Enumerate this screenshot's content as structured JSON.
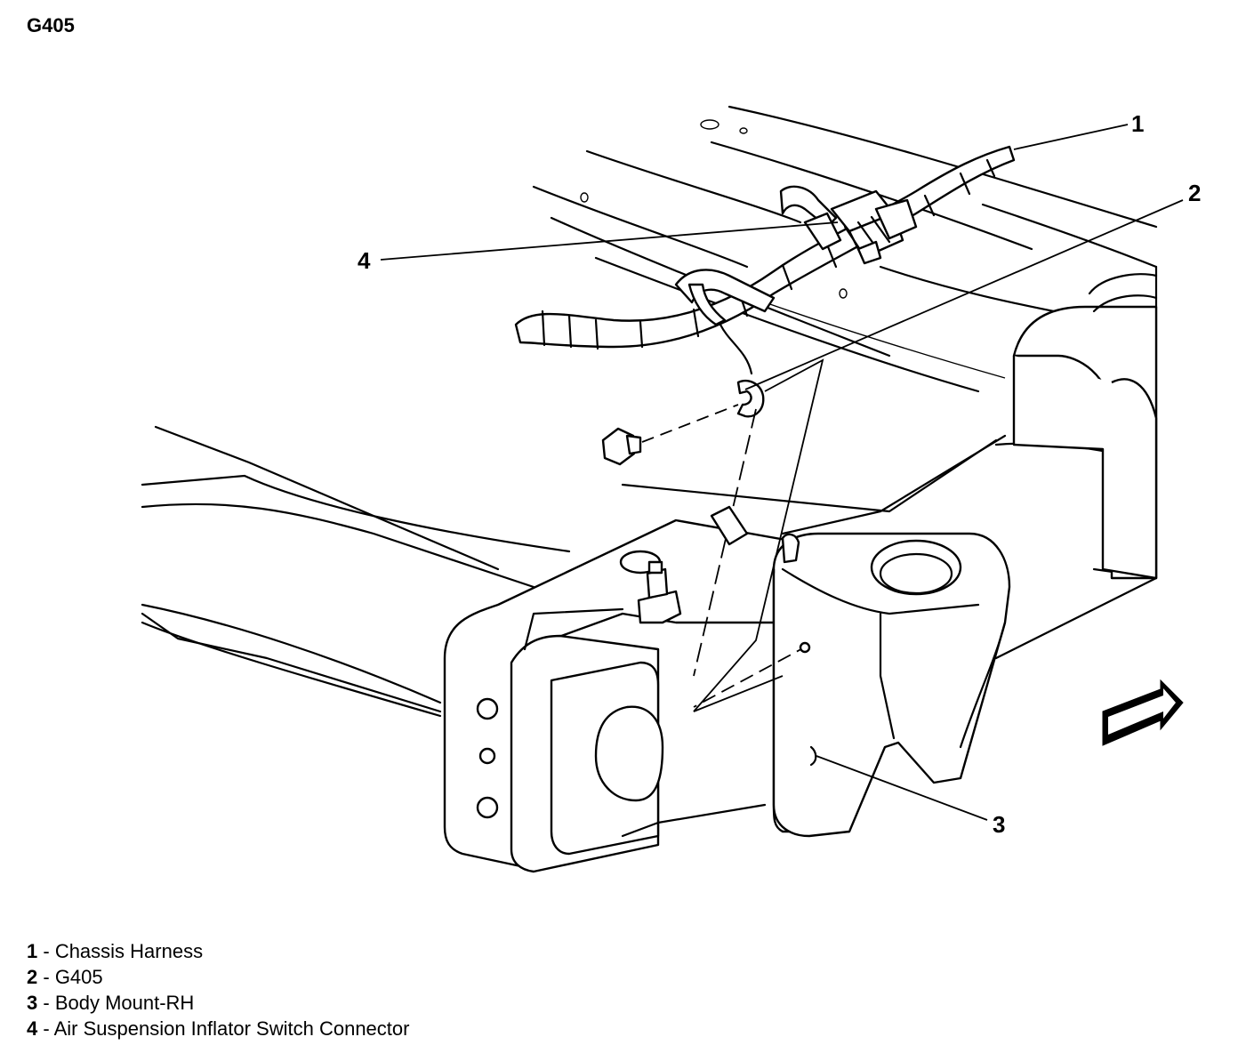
{
  "title": "G405",
  "callouts": [
    {
      "id": "1",
      "label": "Chassis Harness"
    },
    {
      "id": "2",
      "label": "G405"
    },
    {
      "id": "3",
      "label": "Body Mount-RH"
    },
    {
      "id": "4",
      "label": "Air Suspension Inflator Switch Connector"
    }
  ],
  "legend_separator": " - ",
  "icons": {
    "direction": "forward-arrow-icon"
  }
}
